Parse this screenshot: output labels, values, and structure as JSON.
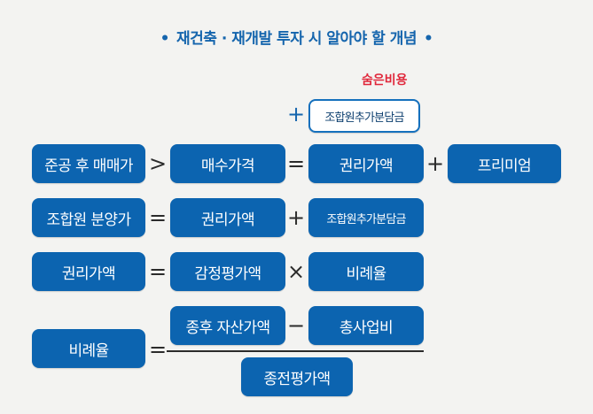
{
  "title": {
    "bullet": "•",
    "text": "재건축 · 재개발 투자 시 알아야 할 개념"
  },
  "hidden_cost_label": "숨은비용",
  "ops": {
    "plus": "+",
    "gt": ">",
    "eq": "=",
    "times": "×",
    "minus": "−"
  },
  "row0": {
    "box": "조합원추가분담금"
  },
  "row1": {
    "a": "준공 후 매매가",
    "b": "매수가격",
    "c": "권리가액",
    "d": "프리미엄"
  },
  "row2": {
    "a": "조합원 분양가",
    "b": "권리가액",
    "c": "조합원추가분담금"
  },
  "row3": {
    "a": "권리가액",
    "b": "감정평가액",
    "c": "비례율"
  },
  "row4": {
    "a": "비례율",
    "numerator_a": "종후 자산가액",
    "numerator_b": "총사업비",
    "denominator": "종전평가액"
  }
}
